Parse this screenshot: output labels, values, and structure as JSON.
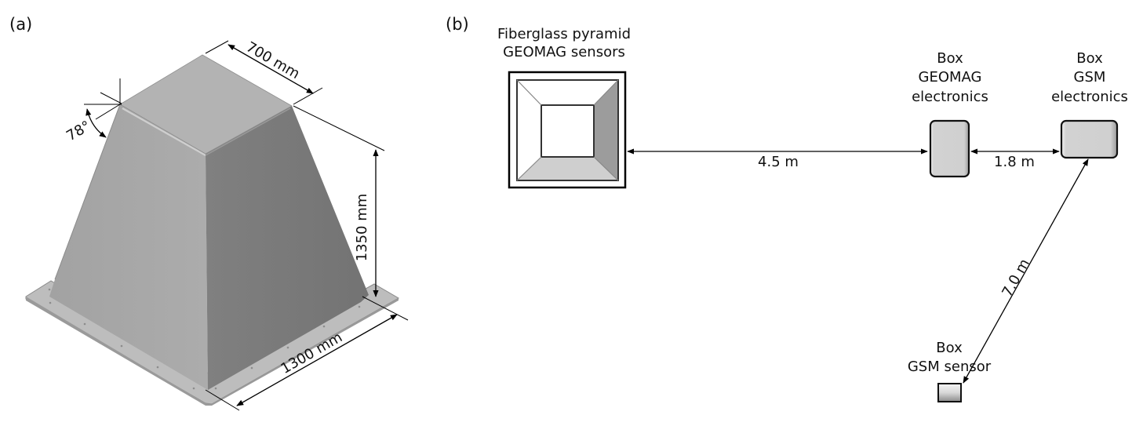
{
  "panel_a": {
    "label": "(a)",
    "title": "Fiberglass pyramid (isometric view)",
    "dimensions": {
      "top_width": "700 mm",
      "height": "1350 mm",
      "base_width": "1300 mm",
      "wall_angle": "78°"
    },
    "colors": {
      "top_face": "#b4b4b4",
      "left_face": "#a6a6a6",
      "right_face": "#7a7a7a",
      "flange": "#bdbdbd"
    }
  },
  "panel_b": {
    "label": "(b)",
    "nodes": {
      "pyramid": {
        "line1": "Fiberglass pyramid",
        "line2": "GEOMAG sensors"
      },
      "geomag_box": {
        "line1": "Box",
        "line2": "GEOMAG",
        "line3": "electronics"
      },
      "gsm_box": {
        "line1": "Box",
        "line2": "GSM",
        "line3": "electronics"
      },
      "gsm_sensor": {
        "line1": "Box",
        "line2": "GSM sensor"
      }
    },
    "distances": {
      "pyramid_to_geomag": "4.5 m",
      "geomag_to_gsm": "1.8 m",
      "gsm_to_sensor": "7.0 m"
    },
    "colors": {
      "box_fill": "#d0d0d0",
      "box_shade": "#9a9a9a",
      "pyramid_right": "#9c9c9c",
      "pyramid_bottom": "#cfcfcf"
    }
  }
}
